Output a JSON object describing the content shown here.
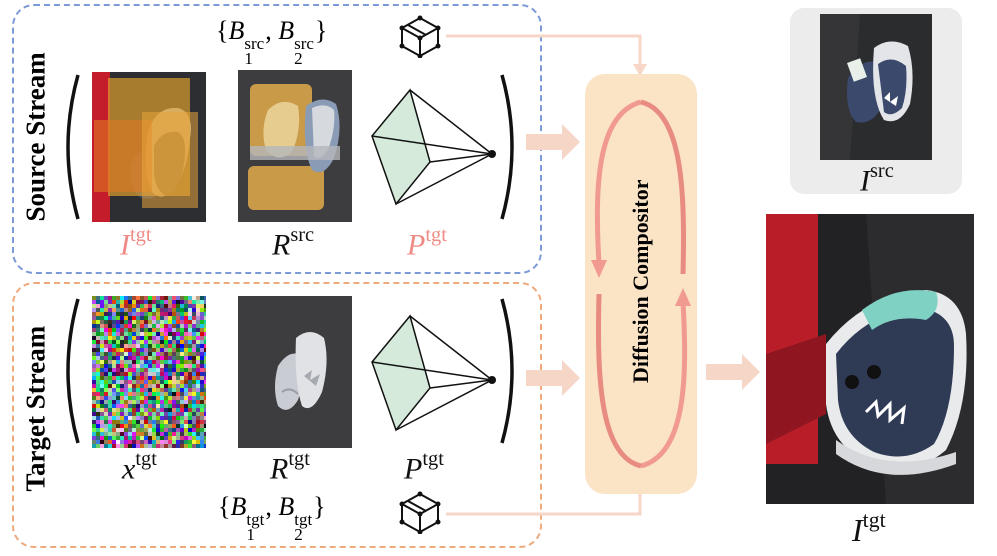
{
  "streams": {
    "source": {
      "title": "Source Stream",
      "border_color": "#7c9bd6",
      "box_set": {
        "base": "B",
        "sub1": "1",
        "sub2": "2",
        "sup": "src"
      },
      "captions": [
        {
          "base": "I",
          "sup": "tgt",
          "color": "#f08a84"
        },
        {
          "base": "R",
          "sup": "src",
          "color": "#111111"
        },
        {
          "base": "P",
          "sup": "tgt",
          "color": "#f08a84"
        }
      ]
    },
    "target": {
      "title": "Target Stream",
      "border_color": "#eeaa7d",
      "box_set": {
        "base": "B",
        "sub1": "1",
        "sub2": "2",
        "sup": "tgt"
      },
      "captions": [
        {
          "base": "x",
          "sup": "tgt",
          "color": "#111111"
        },
        {
          "base": "R",
          "sup": "tgt",
          "color": "#111111"
        },
        {
          "base": "P",
          "sup": "tgt",
          "color": "#111111"
        }
      ]
    }
  },
  "compositor": {
    "label": "Diffusion Compositor",
    "fill": "#fbe3c6",
    "arrow_color": "#f19a90"
  },
  "outputs": {
    "source_image": {
      "base": "I",
      "sup": "src"
    },
    "target_image": {
      "base": "I",
      "sup": "tgt"
    }
  },
  "colors": {
    "connector": "#f6d6c7",
    "frustum_fill": "#d5eadb"
  }
}
